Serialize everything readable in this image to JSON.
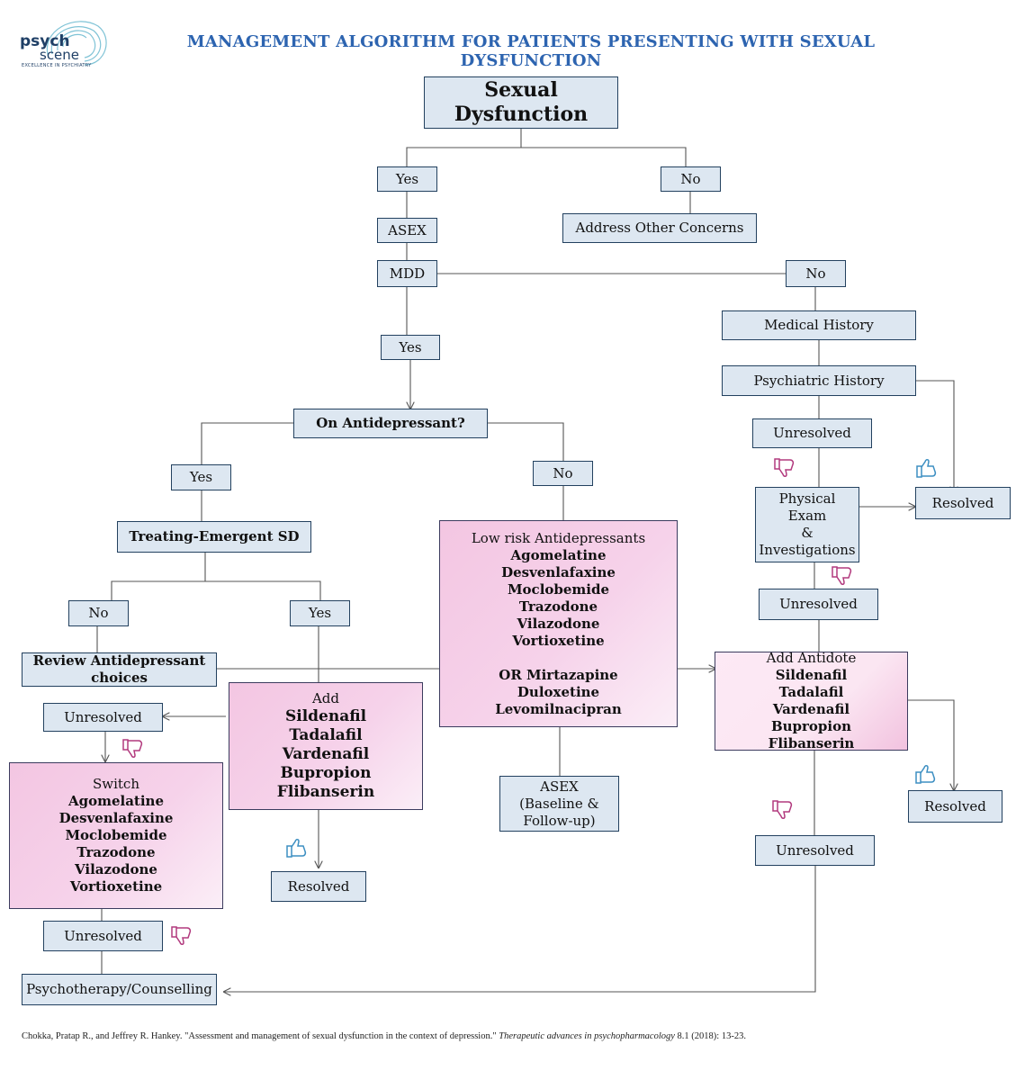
{
  "title": "MANAGEMENT ALGORITHM FOR PATIENTS PRESENTING WITH SEXUAL DYSFUNCTION",
  "logo": {
    "word1": "psych",
    "word2": "scene",
    "tagline": "EXCELLENCE IN PSYCHIATRY"
  },
  "nodes": {
    "sexual_dysfunction": "Sexual Dysfunction",
    "yes_top": "Yes",
    "no_top": "No",
    "asex": "ASEX",
    "address_other": "Address Other Concerns",
    "mdd": "MDD",
    "no_mdd": "No",
    "medical_history": "Medical History",
    "psychiatric_history": "Psychiatric History",
    "yes_mdd": "Yes",
    "on_antidepressant": "On Antidepressant?",
    "yes_ad": "Yes",
    "no_ad": "No",
    "treating_emergent": "Treating-Emergent SD",
    "no_te": "No",
    "yes_te": "Yes",
    "review_choices": "Review Antidepressant choices",
    "unresolved_left": "Unresolved",
    "unresolved_right1": "Unresolved",
    "physical_exam": [
      "Physical",
      "Exam",
      "&",
      "Investigations"
    ],
    "resolved_right1": "Resolved",
    "unresolved_right2": "Unresolved",
    "add_antidote": {
      "label": "Add Antidote",
      "drugs": [
        "Sildenafil",
        "Tadalafil",
        "Vardenafil",
        "Bupropion",
        "Flibanserin"
      ]
    },
    "resolved_right2": "Resolved",
    "unresolved_right3": "Unresolved",
    "add_center": {
      "label": "Add",
      "drugs": [
        "Sildenafil",
        "Tadalafil",
        "Vardenafil",
        "Bupropion",
        "Flibanserin"
      ]
    },
    "resolved_center": "Resolved",
    "low_risk": {
      "label": "Low risk Antidepressants",
      "drugs": [
        "Agomelatine",
        "Desvenlafaxine",
        "Moclobemide",
        "Trazodone",
        "Vilazodone",
        "Vortioxetine"
      ],
      "or_drugs": [
        "OR Mirtazapine",
        "Duloxetine",
        "Levomilnacipran"
      ]
    },
    "asex_followup": "ASEX (Baseline & Follow-up)",
    "switch": {
      "label": "Switch",
      "drugs": [
        "Agomelatine",
        "Desvenlafaxine",
        "Moclobemide",
        "Trazodone",
        "Vilazodone",
        "Vortioxetine"
      ]
    },
    "unresolved_bottom": "Unresolved",
    "psychotherapy": "Psychotherapy/Counselling"
  },
  "icons": {
    "thumb_up": "thumbs-up-icon",
    "thumb_down": "thumbs-down-icon"
  },
  "colors": {
    "title": "#2d64b0",
    "box_fill": "#dde7f1",
    "box_border": "#23415f",
    "pink": "#f3c6e2",
    "thumb_up": "#3d8fc2",
    "thumb_down": "#b23a7e"
  },
  "citation": {
    "text": "Chokka, Pratap R., and Jeffrey R. Hankey. \"Assessment and management of sexual dysfunction in the context of depression.\"",
    "journal": "Therapeutic advances in psychopharmacology",
    "ref": "8.1 (2018): 13-23."
  }
}
